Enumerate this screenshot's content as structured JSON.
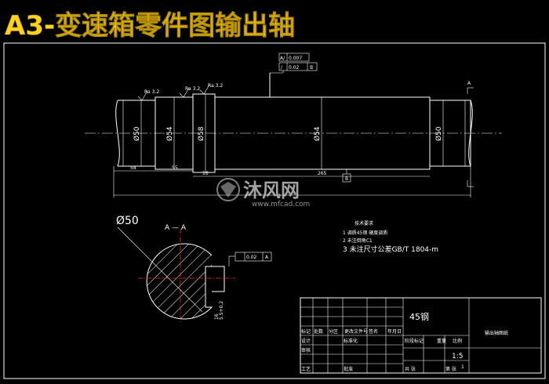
{
  "title": "A3-变速箱零件图输出轴",
  "shaft": {
    "dia_1": "Ø50",
    "dia_2": "Ø54",
    "dia_3": "Ø58",
    "dia_4": "Ø54",
    "dia_5": "Ø50",
    "len_1": "58",
    "len_2": "55",
    "len_3": "16",
    "len_4": "265",
    "datum": "B",
    "section_mark": "A",
    "rough_1": "Ra 3.2",
    "rough_2": "Ra 3.2",
    "rough_3": "Ra 3.2",
    "tol_1_sym": "A/",
    "tol_1_val": "0.007",
    "tol_2_sym": "/",
    "tol_2_val": "0.02",
    "tol_2_ref": "B"
  },
  "section": {
    "dia": "Ø50",
    "title": "A — A",
    "tol_val": "0.02",
    "tol_ref": "A",
    "key_dim": "16",
    "depth_dim": "5.5+0.2"
  },
  "notes": {
    "heading": "技术要求",
    "items": [
      "1  调质45钢  硬度调质",
      "2  未注倒角C1",
      "3  未注尺寸公差GB/T 1804-m"
    ]
  },
  "title_block": {
    "material": "45钢",
    "part_name": "输出轴图纸",
    "scale": "1:5",
    "sheet": "1",
    "labels": [
      "标记",
      "处数",
      "分区",
      "更改文件号",
      "签名",
      "年月日",
      "设计",
      "标准化",
      "阶段标记",
      "重量",
      "比例",
      "审核",
      "工艺",
      "批准",
      "共 张",
      "第 张"
    ]
  },
  "watermark": {
    "brand": "沐风网",
    "url": "www.mfcad.com"
  }
}
